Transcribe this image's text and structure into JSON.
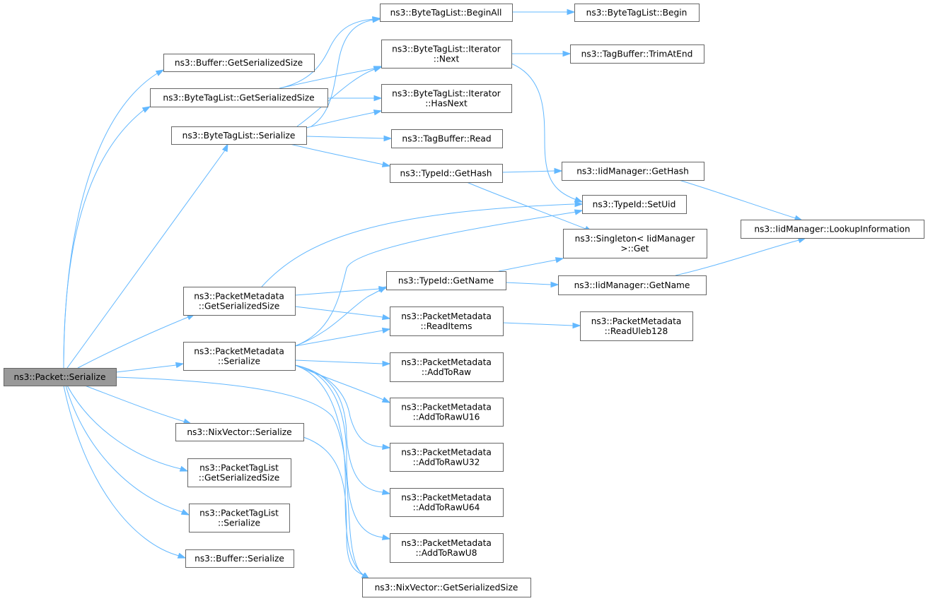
{
  "graph": {
    "title": "",
    "edge_color": "#63b8ff",
    "root_fill": "#999999",
    "node_border": "#666666",
    "nodes": [
      {
        "id": "n0",
        "lines": [
          "ns3::Packet::Serialize"
        ],
        "root": true
      },
      {
        "id": "n1",
        "lines": [
          "ns3::Buffer::GetSerializedSize"
        ]
      },
      {
        "id": "n2",
        "lines": [
          "ns3::ByteTagList::GetSerializedSize"
        ]
      },
      {
        "id": "n3",
        "lines": [
          "ns3::ByteTagList::Serialize"
        ]
      },
      {
        "id": "n4",
        "lines": [
          "ns3::PacketMetadata",
          "::GetSerializedSize"
        ]
      },
      {
        "id": "n5",
        "lines": [
          "ns3::PacketMetadata",
          "::Serialize"
        ]
      },
      {
        "id": "n6",
        "lines": [
          "ns3::NixVector::Serialize"
        ]
      },
      {
        "id": "n7",
        "lines": [
          "ns3::PacketTagList",
          "::GetSerializedSize"
        ]
      },
      {
        "id": "n8",
        "lines": [
          "ns3::PacketTagList",
          "::Serialize"
        ]
      },
      {
        "id": "n9",
        "lines": [
          "ns3::Buffer::Serialize"
        ]
      },
      {
        "id": "n10",
        "lines": [
          "ns3::ByteTagList::BeginAll"
        ]
      },
      {
        "id": "n11",
        "lines": [
          "ns3::ByteTagList::Iterator",
          "::Next"
        ]
      },
      {
        "id": "n12",
        "lines": [
          "ns3::ByteTagList::Iterator",
          "::HasNext"
        ]
      },
      {
        "id": "n13",
        "lines": [
          "ns3::TagBuffer::Read"
        ]
      },
      {
        "id": "n14",
        "lines": [
          "ns3::TypeId::GetHash"
        ]
      },
      {
        "id": "n15",
        "lines": [
          "ns3::TypeId::GetName"
        ]
      },
      {
        "id": "n16",
        "lines": [
          "ns3::PacketMetadata",
          "::ReadItems"
        ]
      },
      {
        "id": "n17",
        "lines": [
          "ns3::PacketMetadata",
          "::AddToRaw"
        ]
      },
      {
        "id": "n18",
        "lines": [
          "ns3::PacketMetadata",
          "::AddToRawU16"
        ]
      },
      {
        "id": "n19",
        "lines": [
          "ns3::PacketMetadata",
          "::AddToRawU32"
        ]
      },
      {
        "id": "n20",
        "lines": [
          "ns3::PacketMetadata",
          "::AddToRawU64"
        ]
      },
      {
        "id": "n21",
        "lines": [
          "ns3::PacketMetadata",
          "::AddToRawU8"
        ]
      },
      {
        "id": "n22",
        "lines": [
          "ns3::NixVector::GetSerializedSize"
        ]
      },
      {
        "id": "n23",
        "lines": [
          "ns3::ByteTagList::Begin"
        ]
      },
      {
        "id": "n24",
        "lines": [
          "ns3::TagBuffer::TrimAtEnd"
        ]
      },
      {
        "id": "n25",
        "lines": [
          "ns3::IidManager::GetHash"
        ]
      },
      {
        "id": "n26",
        "lines": [
          "ns3::TypeId::SetUid"
        ]
      },
      {
        "id": "n27",
        "lines": [
          "ns3::Singleton< IidManager",
          " >::Get"
        ]
      },
      {
        "id": "n28",
        "lines": [
          "ns3::IidManager::GetName"
        ]
      },
      {
        "id": "n29",
        "lines": [
          "ns3::PacketMetadata",
          "::ReadUleb128"
        ]
      },
      {
        "id": "n30",
        "lines": [
          "ns3::IidManager::LookupInformation"
        ]
      }
    ],
    "edges": [
      [
        "n0",
        "n1"
      ],
      [
        "n0",
        "n2"
      ],
      [
        "n0",
        "n3"
      ],
      [
        "n0",
        "n4"
      ],
      [
        "n0",
        "n5"
      ],
      [
        "n0",
        "n6"
      ],
      [
        "n0",
        "n7"
      ],
      [
        "n0",
        "n8"
      ],
      [
        "n0",
        "n9"
      ],
      [
        "n0",
        "n22"
      ],
      [
        "n2",
        "n10"
      ],
      [
        "n2",
        "n11"
      ],
      [
        "n2",
        "n12"
      ],
      [
        "n3",
        "n10"
      ],
      [
        "n3",
        "n11"
      ],
      [
        "n3",
        "n12"
      ],
      [
        "n3",
        "n13"
      ],
      [
        "n3",
        "n14"
      ],
      [
        "n10",
        "n23"
      ],
      [
        "n11",
        "n24"
      ],
      [
        "n11",
        "n26"
      ],
      [
        "n14",
        "n25"
      ],
      [
        "n14",
        "n27"
      ],
      [
        "n25",
        "n30"
      ],
      [
        "n4",
        "n26"
      ],
      [
        "n4",
        "n15"
      ],
      [
        "n4",
        "n16"
      ],
      [
        "n5",
        "n15"
      ],
      [
        "n5",
        "n26"
      ],
      [
        "n5",
        "n16"
      ],
      [
        "n5",
        "n17"
      ],
      [
        "n5",
        "n18"
      ],
      [
        "n5",
        "n19"
      ],
      [
        "n5",
        "n20"
      ],
      [
        "n5",
        "n21"
      ],
      [
        "n5",
        "n22"
      ],
      [
        "n15",
        "n27"
      ],
      [
        "n15",
        "n28"
      ],
      [
        "n28",
        "n30"
      ],
      [
        "n16",
        "n29"
      ],
      [
        "n6",
        "n22"
      ]
    ]
  }
}
